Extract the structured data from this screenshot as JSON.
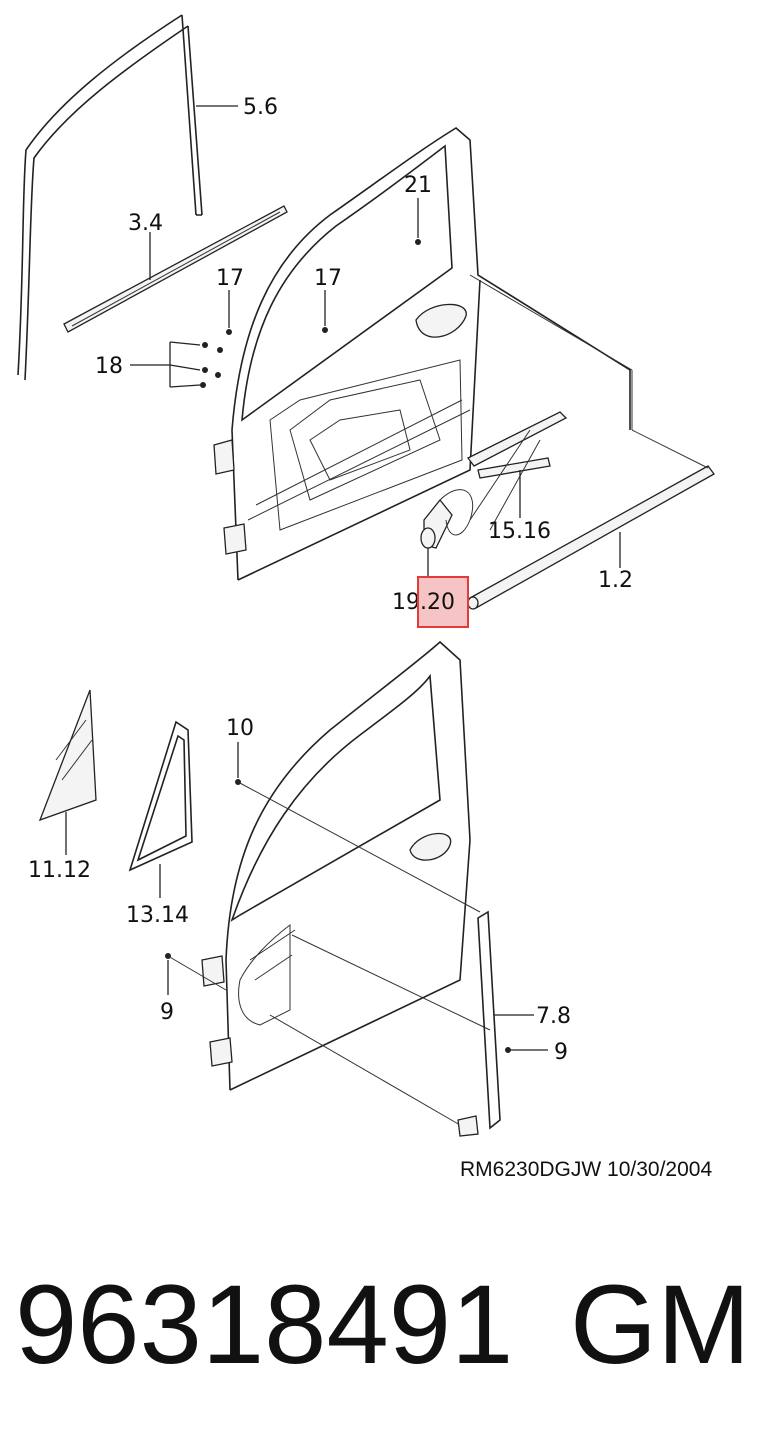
{
  "diagram": {
    "callouts": {
      "c56": "5.6",
      "c34": "3.4",
      "c21": "21",
      "c17a": "17",
      "c17b": "17",
      "c18": "18",
      "c1516": "15.16",
      "c12": "1.2",
      "c19": "19",
      "c20": ".20",
      "c10": "10",
      "c1112": "11.12",
      "c1314": "13.14",
      "c9a": "9",
      "c78": "7.8",
      "c9b": "9"
    },
    "highlight_color": "#e23b3b",
    "drawing_ref": "RM6230DGJW  10/30/2004"
  },
  "footer": {
    "part_number": "96318491",
    "brand": "GM"
  }
}
